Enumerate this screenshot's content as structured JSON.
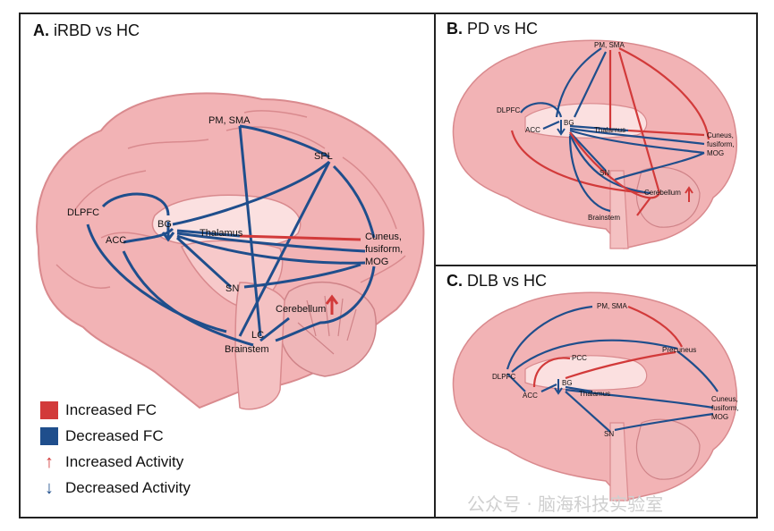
{
  "panels": {
    "a": {
      "letter": "A.",
      "title": "iRBD vs HC",
      "regions": {
        "pm_sma": "PM, SMA",
        "spl": "SPL",
        "dlpfc": "DLPFC",
        "bg": "BG",
        "thalamus": "Thalamus",
        "acc": "ACC",
        "cuneus": "Cuneus,",
        "fusiform": "fusiform,",
        "mog": "MOG",
        "sn": "SN",
        "cerebellum": "Cerebellum",
        "lc": "LC",
        "brainstem": "Brainstem"
      }
    },
    "b": {
      "letter": "B.",
      "title": "PD vs HC",
      "regions": {
        "pm_sma": "PM, SMA",
        "dlpfc": "DLPFC",
        "acc": "ACC",
        "bg": "BG",
        "thalamus": "Thalamus",
        "cuneus": "Cuneus,",
        "fusiform": "fusiform,",
        "mog": "MOG",
        "sn": "SN",
        "cerebellum": "Cerebellum",
        "brainstem": "Brainstem"
      }
    },
    "c": {
      "letter": "C.",
      "title": "DLB vs HC",
      "regions": {
        "pm_sma": "PM, SMA",
        "precuneus": "Precuneus",
        "pcc": "PCC",
        "dlpfc": "DLPFC",
        "bg": "BG",
        "acc": "ACC",
        "thalamus": "Thalamus",
        "cuneus": "Cuneus,",
        "fusiform": "fusiform,",
        "mog": "MOG",
        "sn": "SN"
      }
    }
  },
  "legend": {
    "increased_fc": "Increased FC",
    "decreased_fc": "Decreased FC",
    "increased_activity": "Increased Activity",
    "decreased_activity": "Decreased Activity"
  },
  "colors": {
    "increased": "#d23a3a",
    "decreased": "#1f4e8c",
    "brain_fill": "#f2b3b5",
    "brain_stroke": "#d98a8e",
    "brain_inner": "#fbe0e0"
  },
  "watermark": "公众号 · 脑海科技实验室"
}
